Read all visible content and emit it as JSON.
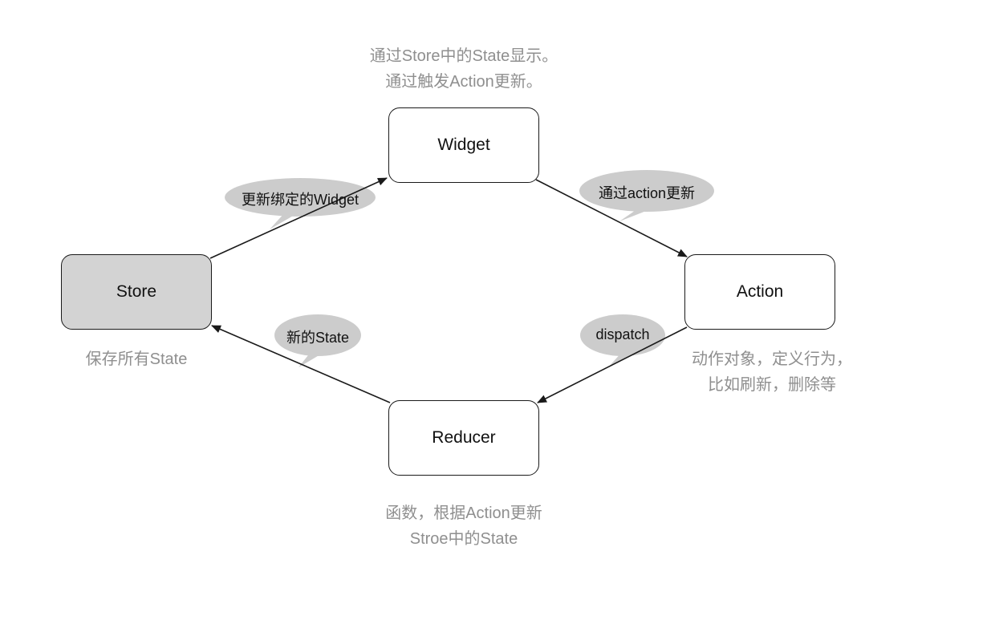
{
  "nodes": {
    "widget": "Widget",
    "action": "Action",
    "reducer": "Reducer",
    "store": "Store"
  },
  "notes": {
    "widget_line1": "通过Store中的State显示。",
    "widget_line2": "通过触发Action更新。",
    "store": "保存所有State",
    "action_line1": "动作对象，定义行为，",
    "action_line2": "比如刷新，删除等",
    "reducer_line1": "函数，根据Action更新",
    "reducer_line2": "Stroe中的State"
  },
  "edge_labels": {
    "store_to_widget": "更新绑定的Widget",
    "widget_to_action": "通过action更新",
    "action_to_reducer": "dispatch",
    "reducer_to_store": "新的State"
  },
  "colors": {
    "store_fill": "#d3d3d3",
    "bubble_fill": "#cccccc",
    "note_text": "#8f8f8f",
    "stroke": "#1a1a1a"
  }
}
